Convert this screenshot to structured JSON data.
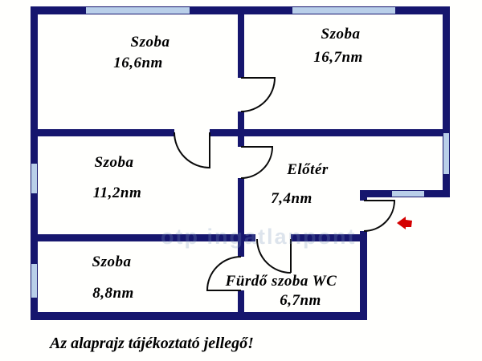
{
  "plan": {
    "rooms": [
      {
        "name": "Szoba",
        "area": "16,6nm"
      },
      {
        "name": "Szoba",
        "area": "16,7nm"
      },
      {
        "name": "Szoba",
        "area": "11,2nm"
      },
      {
        "name": "Előtér",
        "area": "7,4nm"
      },
      {
        "name": "Szoba",
        "area": "8,8nm"
      },
      {
        "name": "Fürdő szoba WC",
        "area": "6,7nm"
      }
    ],
    "note": "Az alaprajz tájékoztató jellegő!",
    "watermark": "otp ingatlanpont",
    "colors": {
      "wall": "#16166e",
      "window": "#b9cfe9",
      "arrow": "#d40000",
      "ink": "#000000"
    }
  }
}
